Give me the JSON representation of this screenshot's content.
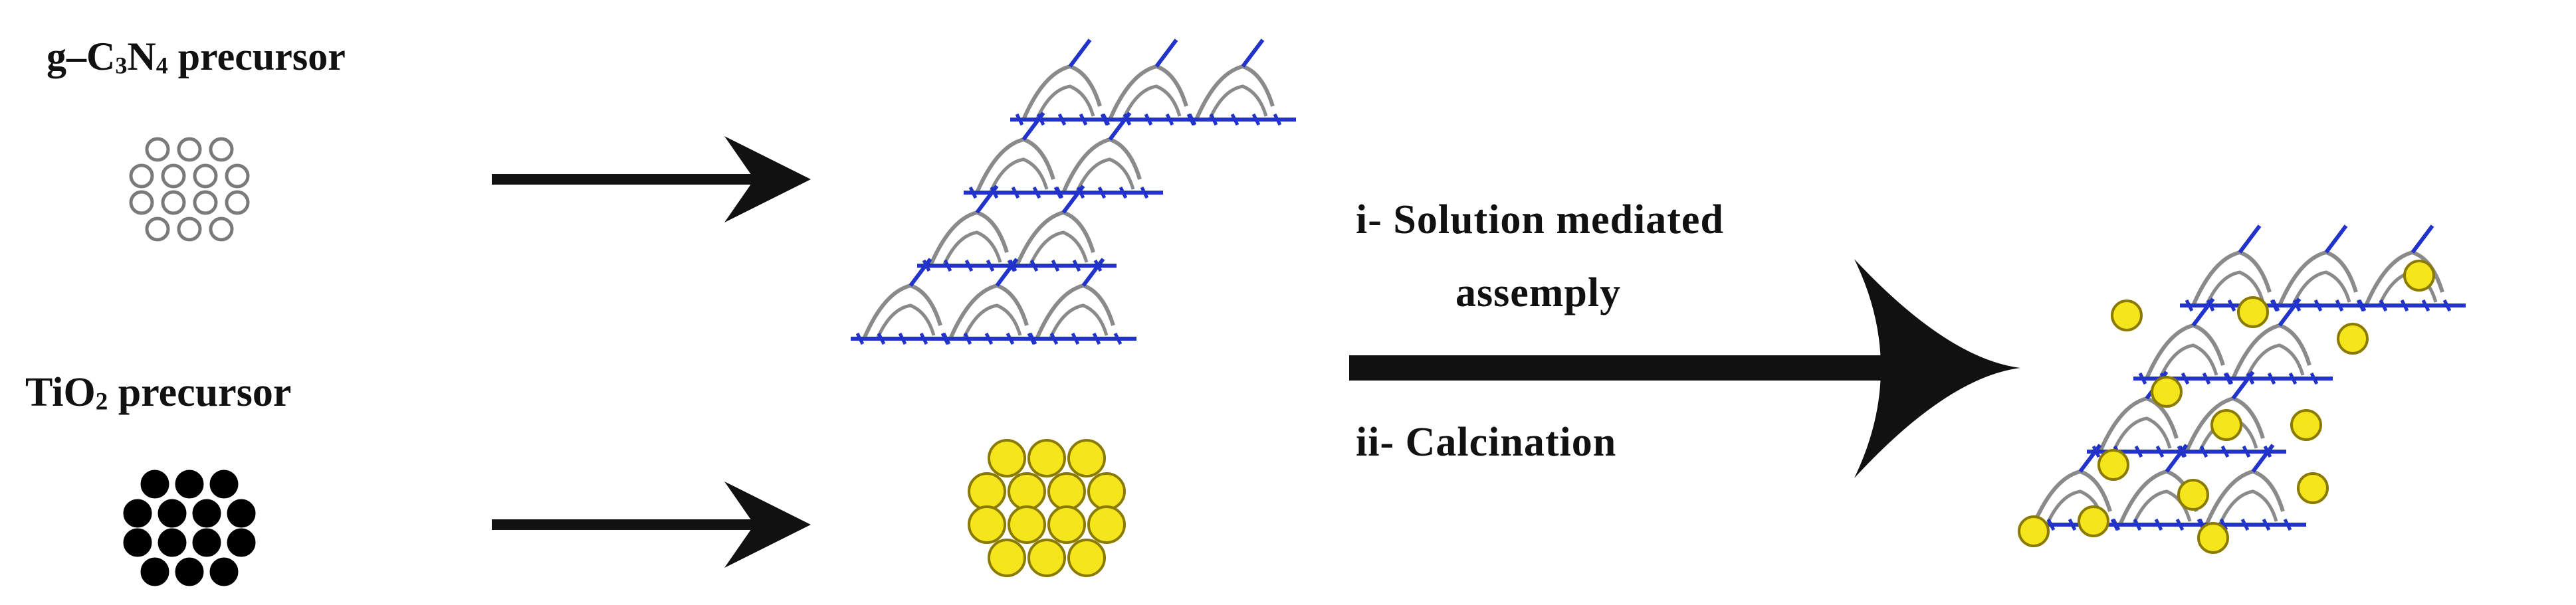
{
  "labels": {
    "gcn_prefix": "g–C",
    "gcn_sub1": "3",
    "gcn_mid": "N",
    "gcn_sub2": "4",
    "gcn_suffix": " precursor",
    "tio_prefix": "TiO",
    "tio_sub": "2",
    "tio_suffix": " precursor",
    "step1_line1": "i- Solution mediated",
    "step1_line2": "assemply",
    "step2": "ii- Calcination"
  },
  "colors": {
    "background": "#ffffff",
    "text": "#111111",
    "arrow": "#111111",
    "hollow_particle": "#7a7a7a",
    "solid_particle": "#000000",
    "tio2_particle_fill": "#f5e61c",
    "tio2_particle_stroke": "#8a7a00",
    "network_gray": "#8a8a8a",
    "network_blue": "#2233cc"
  },
  "icons": {
    "gcn_precursor": "hollow-circle-cluster",
    "tio2_precursor": "filled-circle-cluster",
    "gcn_network": "carbon-nitride-sheet",
    "tio2_nanoparticles": "yellow-circle-cluster",
    "composite": "tio2-on-gcn-sheet"
  }
}
